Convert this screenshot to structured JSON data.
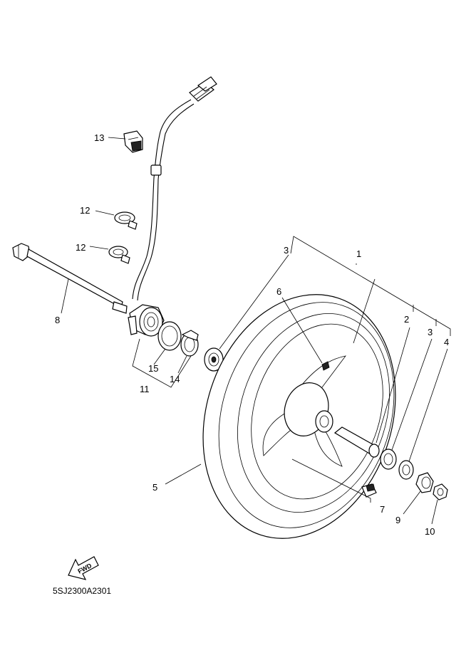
{
  "callouts": {
    "c1": "1",
    "c2": "2",
    "c3a": "3",
    "c3b": "3",
    "c4": "4",
    "c5": "5",
    "c6": "6",
    "c7": "7",
    "c8": "8",
    "c9": "9",
    "c10": "10",
    "c11": "11",
    "c12a": "12",
    "c12b": "12",
    "c13": "13",
    "c14": "14",
    "c15": "15"
  },
  "direction_arrow": {
    "label": "FWD"
  },
  "diagram_code": "5SJ2300A2301"
}
